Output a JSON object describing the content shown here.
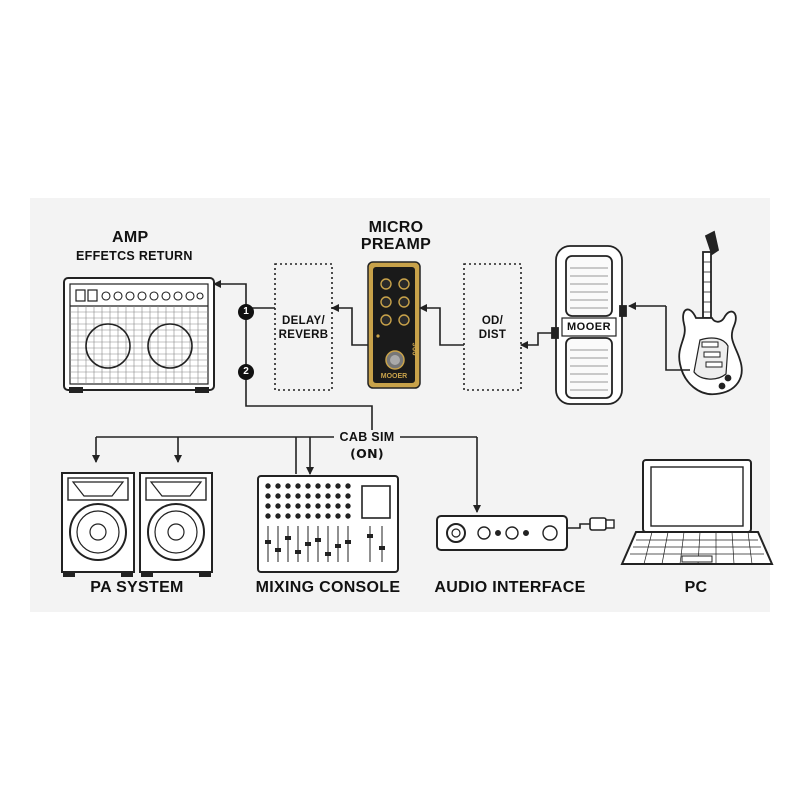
{
  "amp": {
    "title": "AMP",
    "subtitle": "EFFETCS RETURN"
  },
  "preamp": {
    "title_line1": "MICRO",
    "title_line2": "PREAMP",
    "brand": "MOOER",
    "model": "006"
  },
  "delay_reverb": {
    "line1": "DELAY/",
    "line2": "REVERB"
  },
  "od_dist": {
    "line1": "OD/",
    "line2": "DIST"
  },
  "pedal": {
    "brand": "MOOER"
  },
  "markers": {
    "one": "1",
    "two": "2"
  },
  "cab_sim": {
    "line1": "CAB SIM",
    "line2": "(ON)"
  },
  "bottom": {
    "pa_system": "PA SYSTEM",
    "mixing_console": "MIXING CONSOLE",
    "audio_interface": "AUDIO INTERFACE",
    "pc": "PC"
  },
  "colors": {
    "accent_gold": "#c8a24a",
    "line": "#222222",
    "band": "#f3f3f3"
  }
}
